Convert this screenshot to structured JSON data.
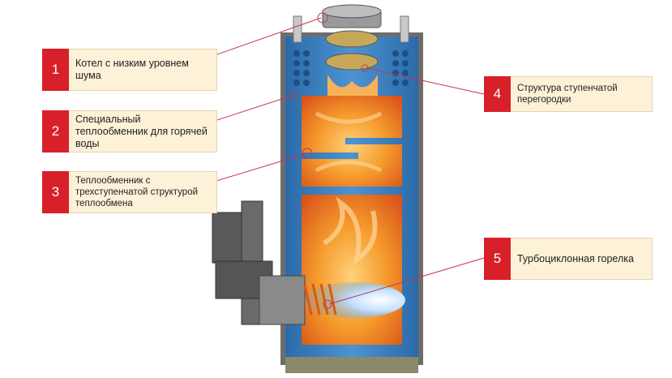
{
  "callouts": [
    {
      "num": "1",
      "text": "Котел с низким уровнем шума"
    },
    {
      "num": "2",
      "text": "Специальный теплообменник для горячей воды"
    },
    {
      "num": "3",
      "text": "Теплообменник с трехступенчатой структурой теплообмена"
    },
    {
      "num": "4",
      "text": "Структура ступенчатой перегородки"
    },
    {
      "num": "5",
      "text": "Турбоциклонная горелка"
    }
  ],
  "colors": {
    "accent": "#d8202a",
    "label_bg": "#fdf1d8",
    "water": "#3a7fc0",
    "flame": "#f39a2a"
  }
}
